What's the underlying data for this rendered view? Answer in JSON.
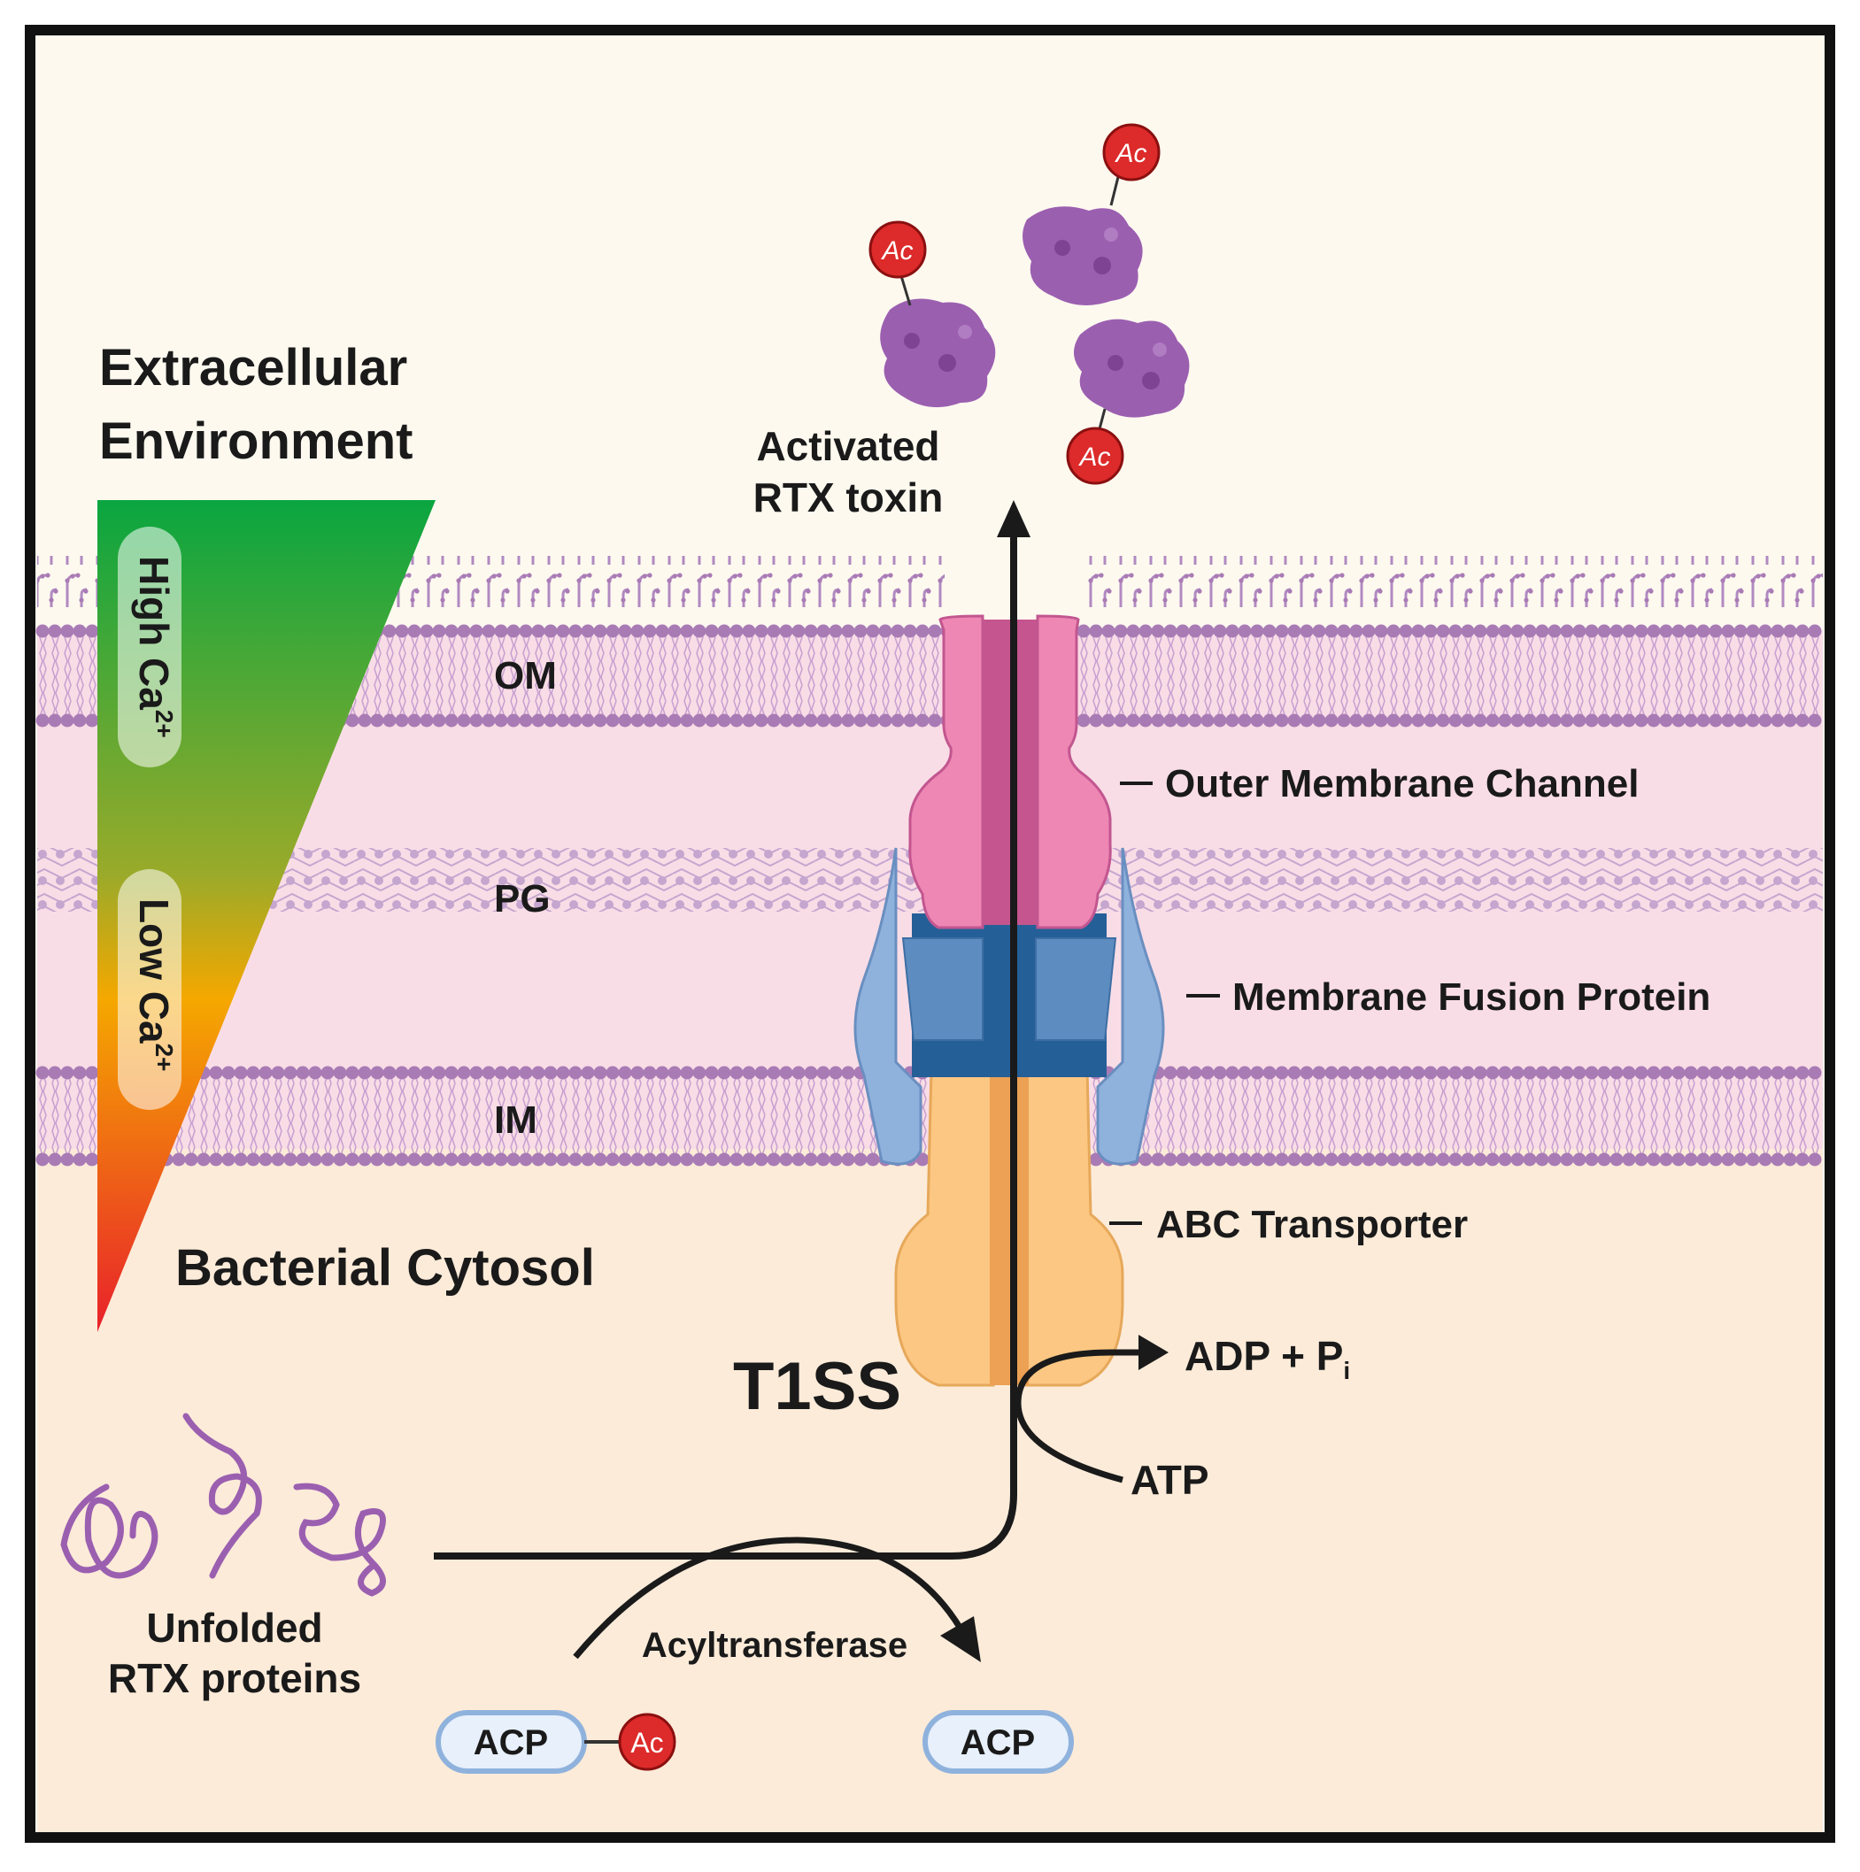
{
  "regions": {
    "extracellular_line1": "Extracellular",
    "extracellular_line2": "Environment",
    "cytosol": "Bacterial Cytosol"
  },
  "gradient": {
    "high": "High Ca",
    "low": "Low Ca",
    "superscript": "2+",
    "colors": {
      "top": "#0aa640",
      "middle": "#f5a800",
      "bottom": "#e8212b"
    }
  },
  "layers": {
    "om": "OM",
    "pg": "PG",
    "im": "IM"
  },
  "components": {
    "outer_membrane_channel": "Outer Membrane Channel",
    "membrane_fusion_protein": "Membrane Fusion Protein",
    "abc_transporter": "ABC Transporter"
  },
  "system": {
    "name": "T1SS"
  },
  "toxin": {
    "line1": "Activated",
    "line2": "RTX toxin",
    "acyl_tag": "Ac"
  },
  "energy": {
    "adp": "ADP + P",
    "adp_sub": "i",
    "atp": "ATP"
  },
  "proteins": {
    "line1": "Unfolded",
    "line2": "RTX proteins"
  },
  "acylation": {
    "enzyme": "Acyltransferase",
    "acp": "ACP",
    "acyl": "Ac"
  },
  "colors": {
    "membrane": "#a97bb5",
    "periplasm": "#f9dde6",
    "cytosol": "#fcebd9",
    "extracellular": "#fdf9ef",
    "channel": "#ee87b3",
    "fusion": "#8fb2dd",
    "abc": "#fcc782",
    "acyl_badge": "#dd2a2a",
    "rtx": "#9b5fb0"
  }
}
